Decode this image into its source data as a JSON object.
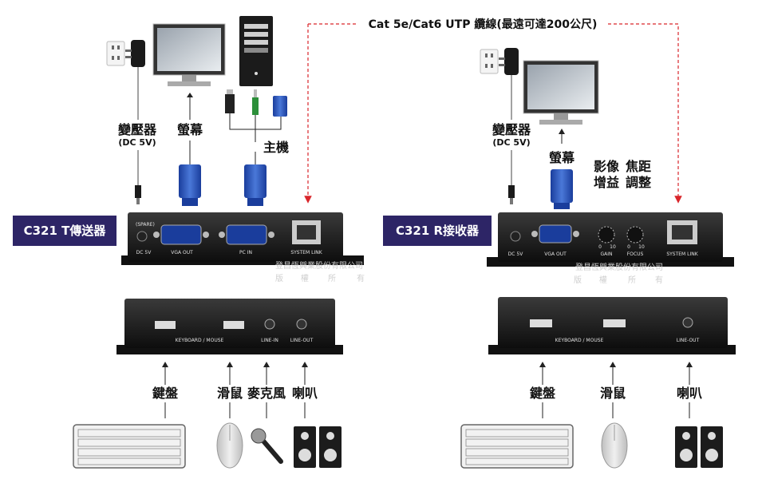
{
  "cable": {
    "title": "Cat 5e/Cat6 UTP 纜線(最遠可達200公尺)",
    "color": "#d9262b"
  },
  "brand_color": "#2d2566",
  "transmitter": {
    "title": "C321 T傳送器",
    "adapter_label": "變壓器",
    "adapter_sub": "(DC 5V)",
    "monitor_label": "螢幕",
    "host_label": "主機",
    "front_ports": [
      "DC 5V",
      "VGA OUT",
      "PC IN",
      "SYSTEM LINK"
    ],
    "spare_label": "(SPARE)",
    "rear_ports": [
      "KEYBOARD / MOUSE",
      "LINE-IN",
      "LINE-OUT"
    ],
    "peripherals": [
      "鍵盤",
      "滑鼠",
      "麥克風",
      "喇叭"
    ],
    "watermark_line1": "登昌恆興業股份有限公司",
    "watermark_line2": [
      "版",
      "權",
      "所",
      "有"
    ]
  },
  "receiver": {
    "title": "C321 R接收器",
    "adapter_label": "變壓器",
    "adapter_sub": "(DC 5V)",
    "monitor_label": "螢幕",
    "gain_label_1": "影像",
    "gain_label_2": "增益",
    "focus_label_1": "焦距",
    "focus_label_2": "調整",
    "front_ports": [
      "DC 5V",
      "VGA OUT",
      "GAIN",
      "FOCUS",
      "SYSTEM LINK"
    ],
    "knob_scale": [
      "0",
      "10"
    ],
    "rear_ports": [
      "KEYBOARD / MOUSE",
      "LINE-OUT"
    ],
    "peripherals": [
      "鍵盤",
      "滑鼠",
      "喇叭"
    ],
    "watermark_line1": "登昌恆興業股份有限公司",
    "watermark_line2": [
      "版",
      "權",
      "所",
      "有"
    ]
  }
}
